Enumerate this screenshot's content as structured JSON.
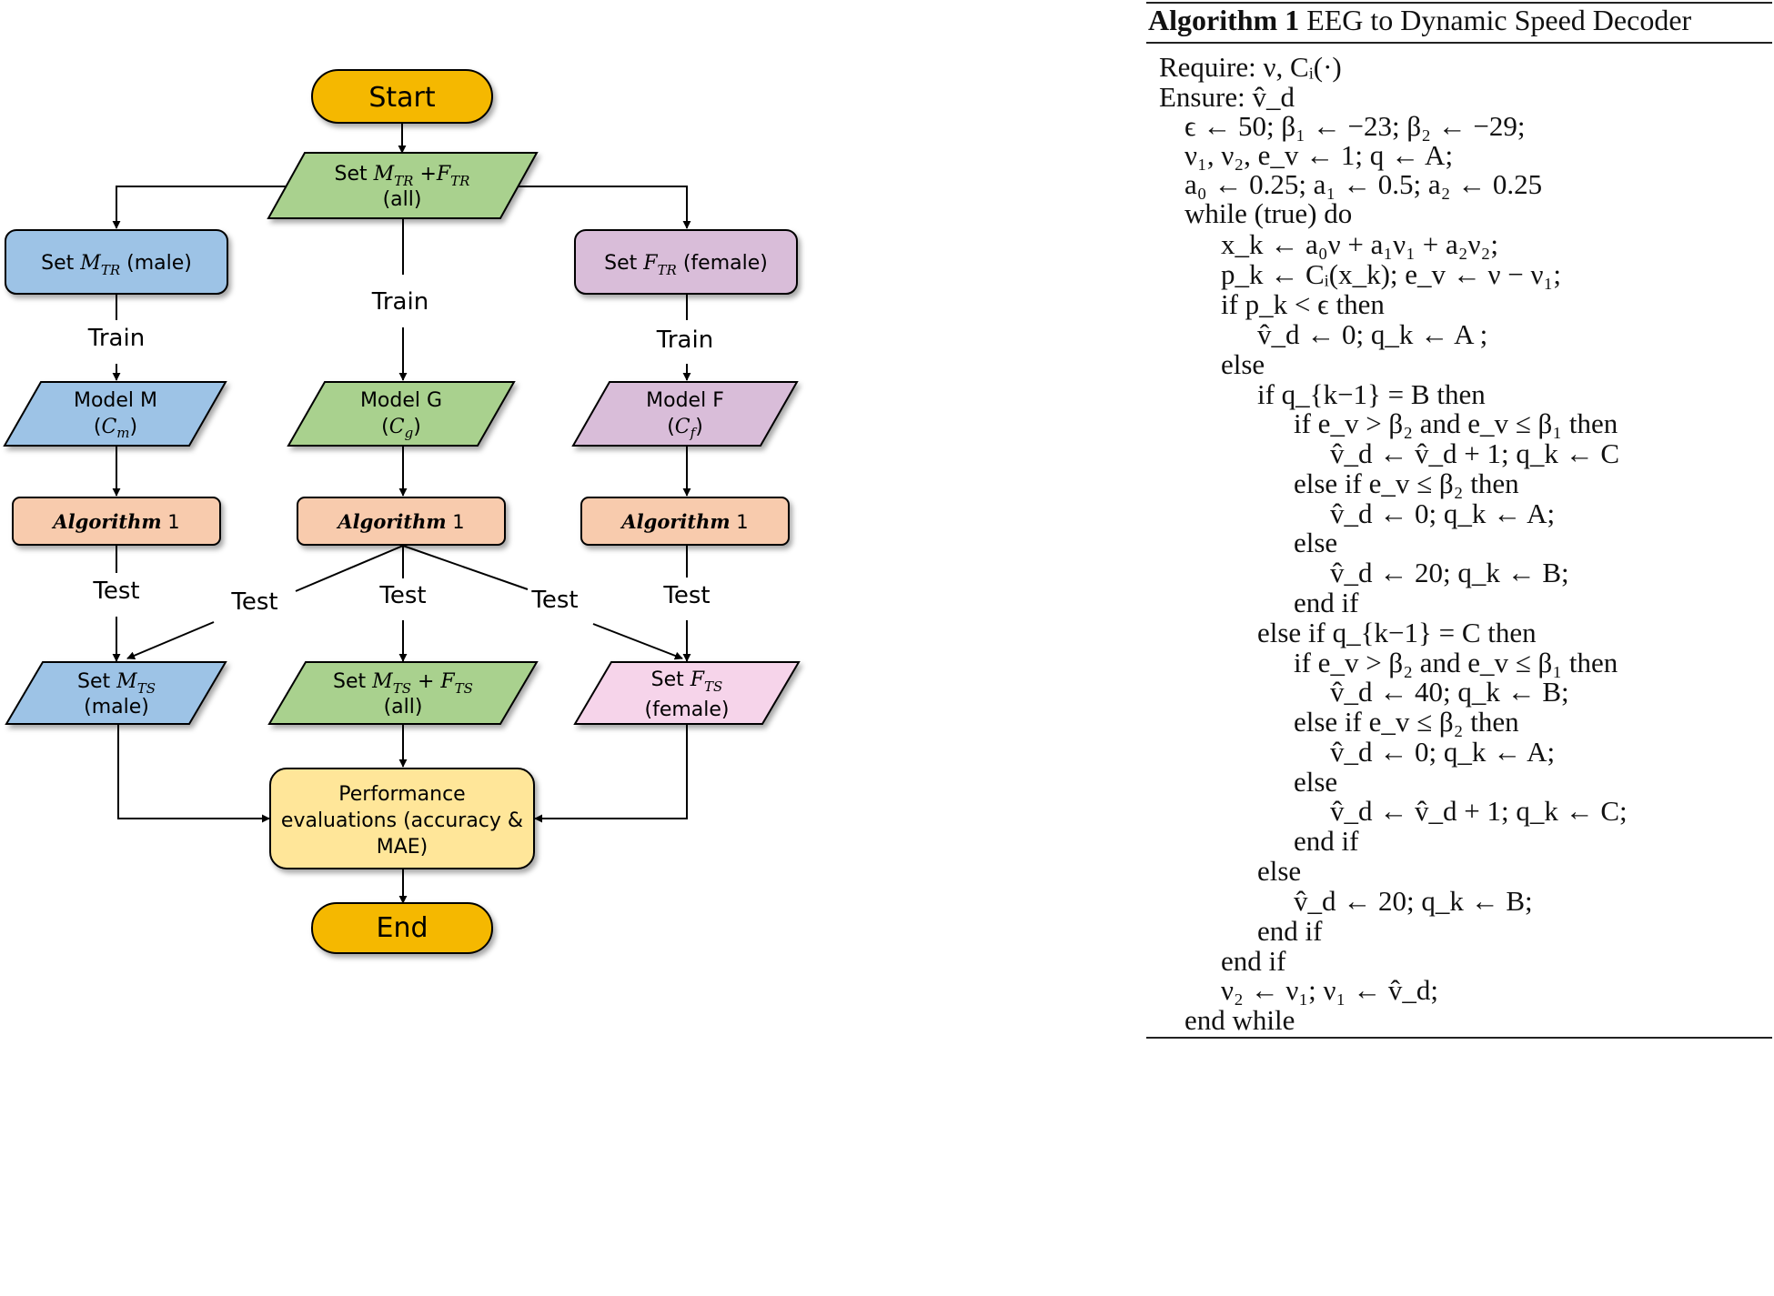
{
  "flowchart": {
    "start": "Start",
    "end": "End",
    "set_all_tr": {
      "prefix": "Set ",
      "m": "M",
      "msub": "TR",
      "plus": " +",
      "f": "F",
      "fsub": "TR",
      "sub": "(all)"
    },
    "set_male_tr": {
      "prefix": "Set ",
      "m": "M",
      "msub": "TR",
      "suffix": " (male)"
    },
    "set_female_tr": {
      "prefix": "Set ",
      "f": "F",
      "fsub": "TR",
      "suffix": " (female)"
    },
    "train_left": "Train",
    "train_center": "Train",
    "train_right": "Train",
    "model_m": {
      "title": "Model M",
      "c": "C",
      "csub": "m"
    },
    "model_g": {
      "title": "Model G",
      "c": "C",
      "csub": "g"
    },
    "model_f": {
      "title": "Model F",
      "c": "C",
      "csub": "f"
    },
    "algorithm": {
      "word": "Algorithm",
      "num": " 1"
    },
    "test_left": "Test",
    "test_cross_left": "Test",
    "test_center": "Test",
    "test_cross_right": "Test",
    "test_right": "Test",
    "set_male_ts": {
      "prefix": "Set ",
      "m": "M",
      "msub": "TS",
      "sub": "(male)"
    },
    "set_all_ts": {
      "prefix": "Set ",
      "m": "M",
      "msub": "TS",
      "plus": " + ",
      "f": "F",
      "fsub": "TS",
      "sub": "(all)"
    },
    "set_female_ts": {
      "prefix": "Set ",
      "f": "F",
      "fsub": "TS",
      "sub": "(female)"
    },
    "performance": [
      "Performance",
      "evaluations (accuracy &",
      "MAE)"
    ]
  },
  "algorithm_box": {
    "title_bold": "Algorithm 1",
    "title_rest": " EEG to Dynamic Speed Decoder",
    "lines": [
      "Require: ν, Cᵢ(·)",
      "Ensure: v̂_d",
      "ϵ ← 50; β₁ ← −23; β₂ ← −29;",
      "ν₁, ν₂, e_v ← 1; q ← A;",
      "a₀ ← 0.25; a₁ ← 0.5; a₂ ← 0.25",
      "while (true) do",
      "x_k ← a₀ν + a₁ν₁ + a₂ν₂;",
      "p_k ← Cᵢ(x_k); e_v ← ν − ν₁;",
      "if p_k < ϵ then",
      "v̂_d ← 0; q_k ← A ;",
      "else",
      "if q_{k−1} = B then",
      "if e_v > β₂ and e_v ≤ β₁ then",
      "v̂_d ← v̂_d + 1; q_k ← C",
      "else if e_v ≤ β₂ then",
      "v̂_d ← 0; q_k ← A;",
      "else",
      "v̂_d ← 20; q_k ← B;",
      "end if",
      "else if q_{k−1} = C then",
      "if e_v > β₂ and e_v ≤ β₁ then",
      "v̂_d ← 40; q_k ← B;",
      "else if e_v ≤ β₂ then",
      "v̂_d ← 0; q_k ← A;",
      "else",
      "v̂_d ← v̂_d + 1; q_k ← C;",
      "end if",
      "else",
      "v̂_d ← 20; q_k ← B;",
      "end if",
      "end if",
      "ν₂ ← ν₁; ν₁ ← v̂_d;",
      "end while"
    ]
  },
  "colors": {
    "start_end": "#f5b800",
    "green": "#a9d18e",
    "blue": "#9dc3e6",
    "purple": "#d9bdd9",
    "orange": "#f8cbad",
    "pink": "#f6d4ea",
    "yellow": "#ffe699"
  }
}
